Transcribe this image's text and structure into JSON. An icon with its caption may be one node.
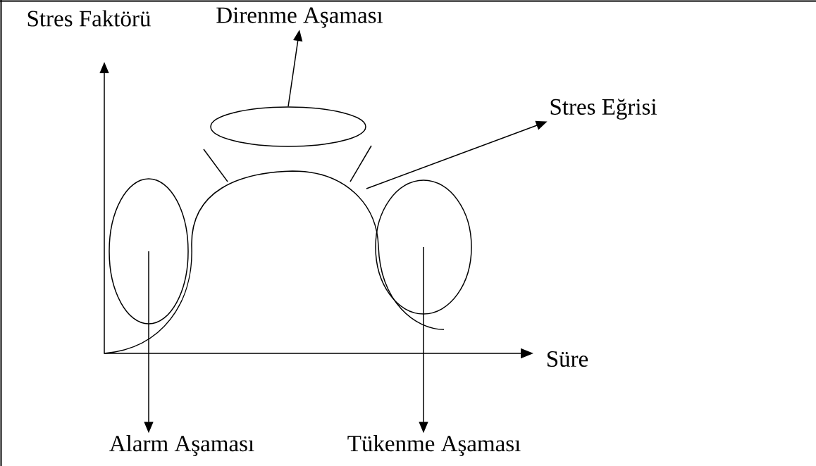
{
  "diagram": {
    "nodes": [
      {
        "text": [
          "Direnme Aşaması"
        ]
      },
      {
        "text": [
          "Stres Eğrisi"
        ]
      },
      {
        "text": [],
        "shape": "ellipse"
      },
      {
        "text": [],
        "shape": "ellipse"
      },
      {
        "text": [],
        "shape": "ellipse"
      },
      {
        "text": [
          "Alarm Aşaması"
        ]
      },
      {
        "text": [
          "Tükenme Aşaması"
        ]
      }
    ],
    "edges": [
      {
        "from": 2,
        "to": 0,
        "arrow": "to"
      },
      {
        "from": null,
        "to": 1,
        "arrow": "to"
      },
      {
        "from": 3,
        "to": 5,
        "arrow": "to"
      },
      {
        "from": 4,
        "to": 6,
        "arrow": "to"
      }
    ],
    "labels": [
      "Stres Faktörü",
      "Süre"
    ]
  }
}
